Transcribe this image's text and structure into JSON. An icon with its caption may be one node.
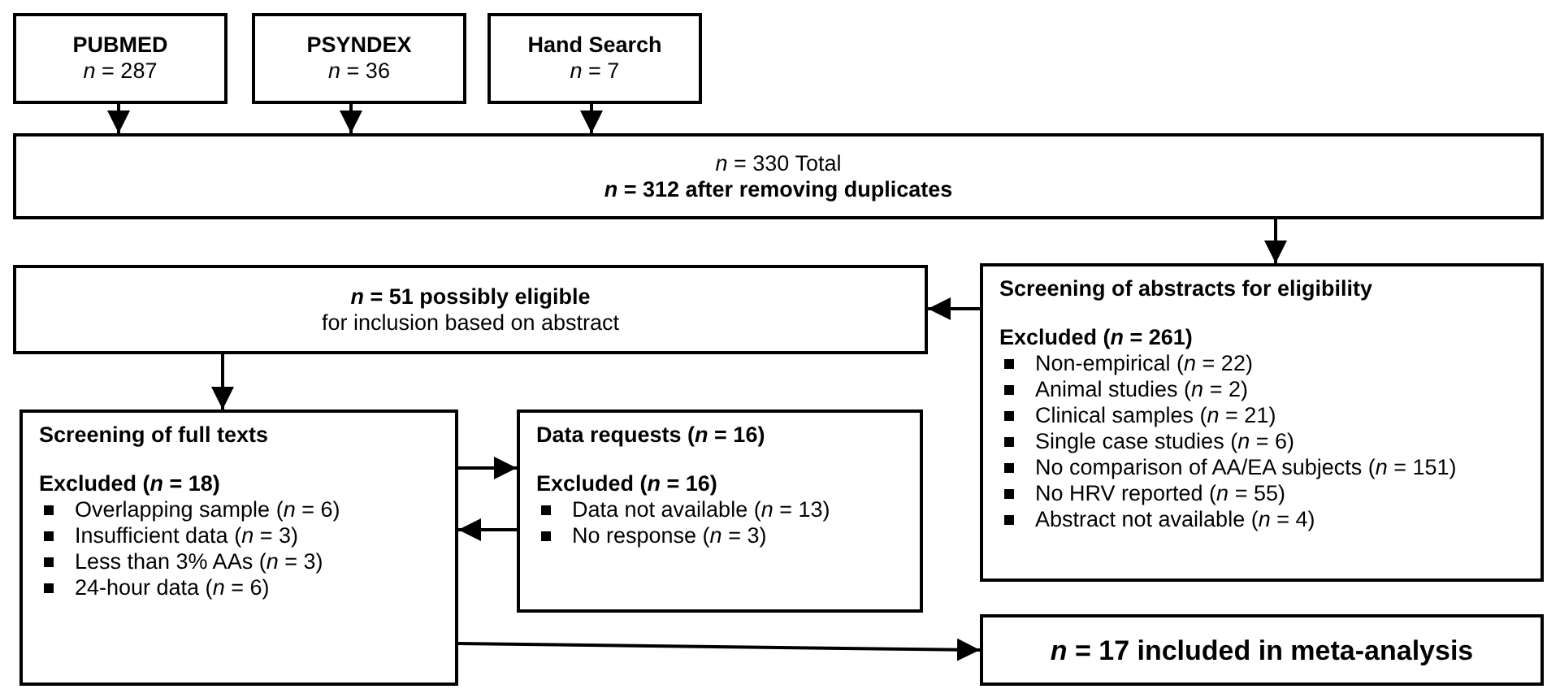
{
  "diagram": {
    "nodes": [
      {
        "text": [
          "PUBMED",
          "*n* = 287"
        ]
      },
      {
        "text": [
          "PSYNDEX",
          "*n* = 36"
        ]
      },
      {
        "text": [
          "Hand Search",
          "*n* = 7"
        ]
      },
      {
        "text": [
          "*n* = 330 Total",
          "*n* = 312 after removing duplicates"
        ]
      },
      {
        "text": [
          "*n* = 51 possibly eligible",
          "for inclusion based on abstract"
        ]
      },
      {
        "text": [
          "Screening of abstracts for eligibility",
          "Excluded (*n* = 261)",
          "Non-empirical (*n* = 22)",
          "Animal studies (*n* = 2)",
          "Clinical samples (*n* = 21)",
          "Single case studies (*n* = 6)",
          "No comparison of AA/EA subjects (*n* = 151)",
          "No HRV reported (*n* = 55)",
          "Abstract not available (*n* = 4)"
        ]
      },
      {
        "text": [
          "Screening of full texts",
          "Excluded (*n* = 18)",
          "Overlapping sample (*n* = 6)",
          "Insufficient data (*n* = 3)",
          "Less than 3% AAs (*n* = 3)",
          "24-hour data (*n* = 6)"
        ]
      },
      {
        "text": [
          "Data requests (*n* = 16)",
          "Excluded (*n* = 16)",
          "Data not available (*n* = 13)",
          "No response (*n* = 3)"
        ]
      },
      {
        "text": [
          "*n* = 17 included in meta-analysis"
        ]
      }
    ],
    "edges": [
      {
        "from": 0,
        "to": 3,
        "arrow": "to"
      },
      {
        "from": 1,
        "to": 3,
        "arrow": "to"
      },
      {
        "from": 2,
        "to": 3,
        "arrow": "to"
      },
      {
        "from": 3,
        "to": 5,
        "arrow": "to"
      },
      {
        "from": 5,
        "to": 4,
        "arrow": "to"
      },
      {
        "from": 4,
        "to": 6,
        "arrow": "to"
      },
      {
        "from": 6,
        "to": 7,
        "arrow": "to"
      },
      {
        "from": 7,
        "to": 6,
        "arrow": "to"
      },
      {
        "from": 6,
        "to": 8,
        "arrow": "to"
      }
    ]
  }
}
